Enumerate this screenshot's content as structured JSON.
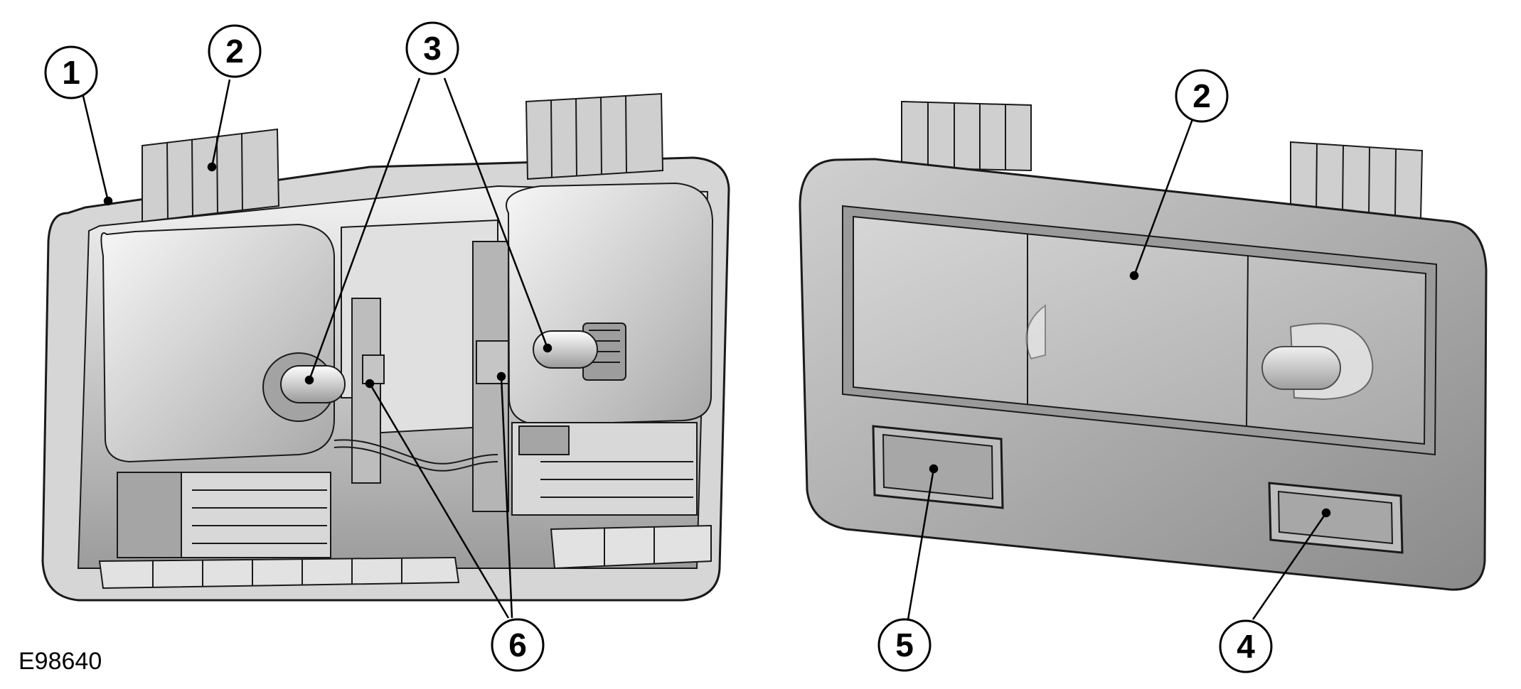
{
  "figure_id": "E98640",
  "callouts": [
    {
      "id": "c1",
      "label": "1"
    },
    {
      "id": "c2a",
      "label": "2"
    },
    {
      "id": "c3",
      "label": "3"
    },
    {
      "id": "c6",
      "label": "6"
    },
    {
      "id": "c2b",
      "label": "2"
    },
    {
      "id": "c5",
      "label": "5"
    },
    {
      "id": "c4",
      "label": "4"
    }
  ],
  "colors": {
    "housing_light": "#e4e4e4",
    "housing_mid": "#c9c9c9",
    "housing_dark": "#8f8f8f",
    "lens": "#bdbdbd",
    "outline": "#1a1a1a"
  }
}
